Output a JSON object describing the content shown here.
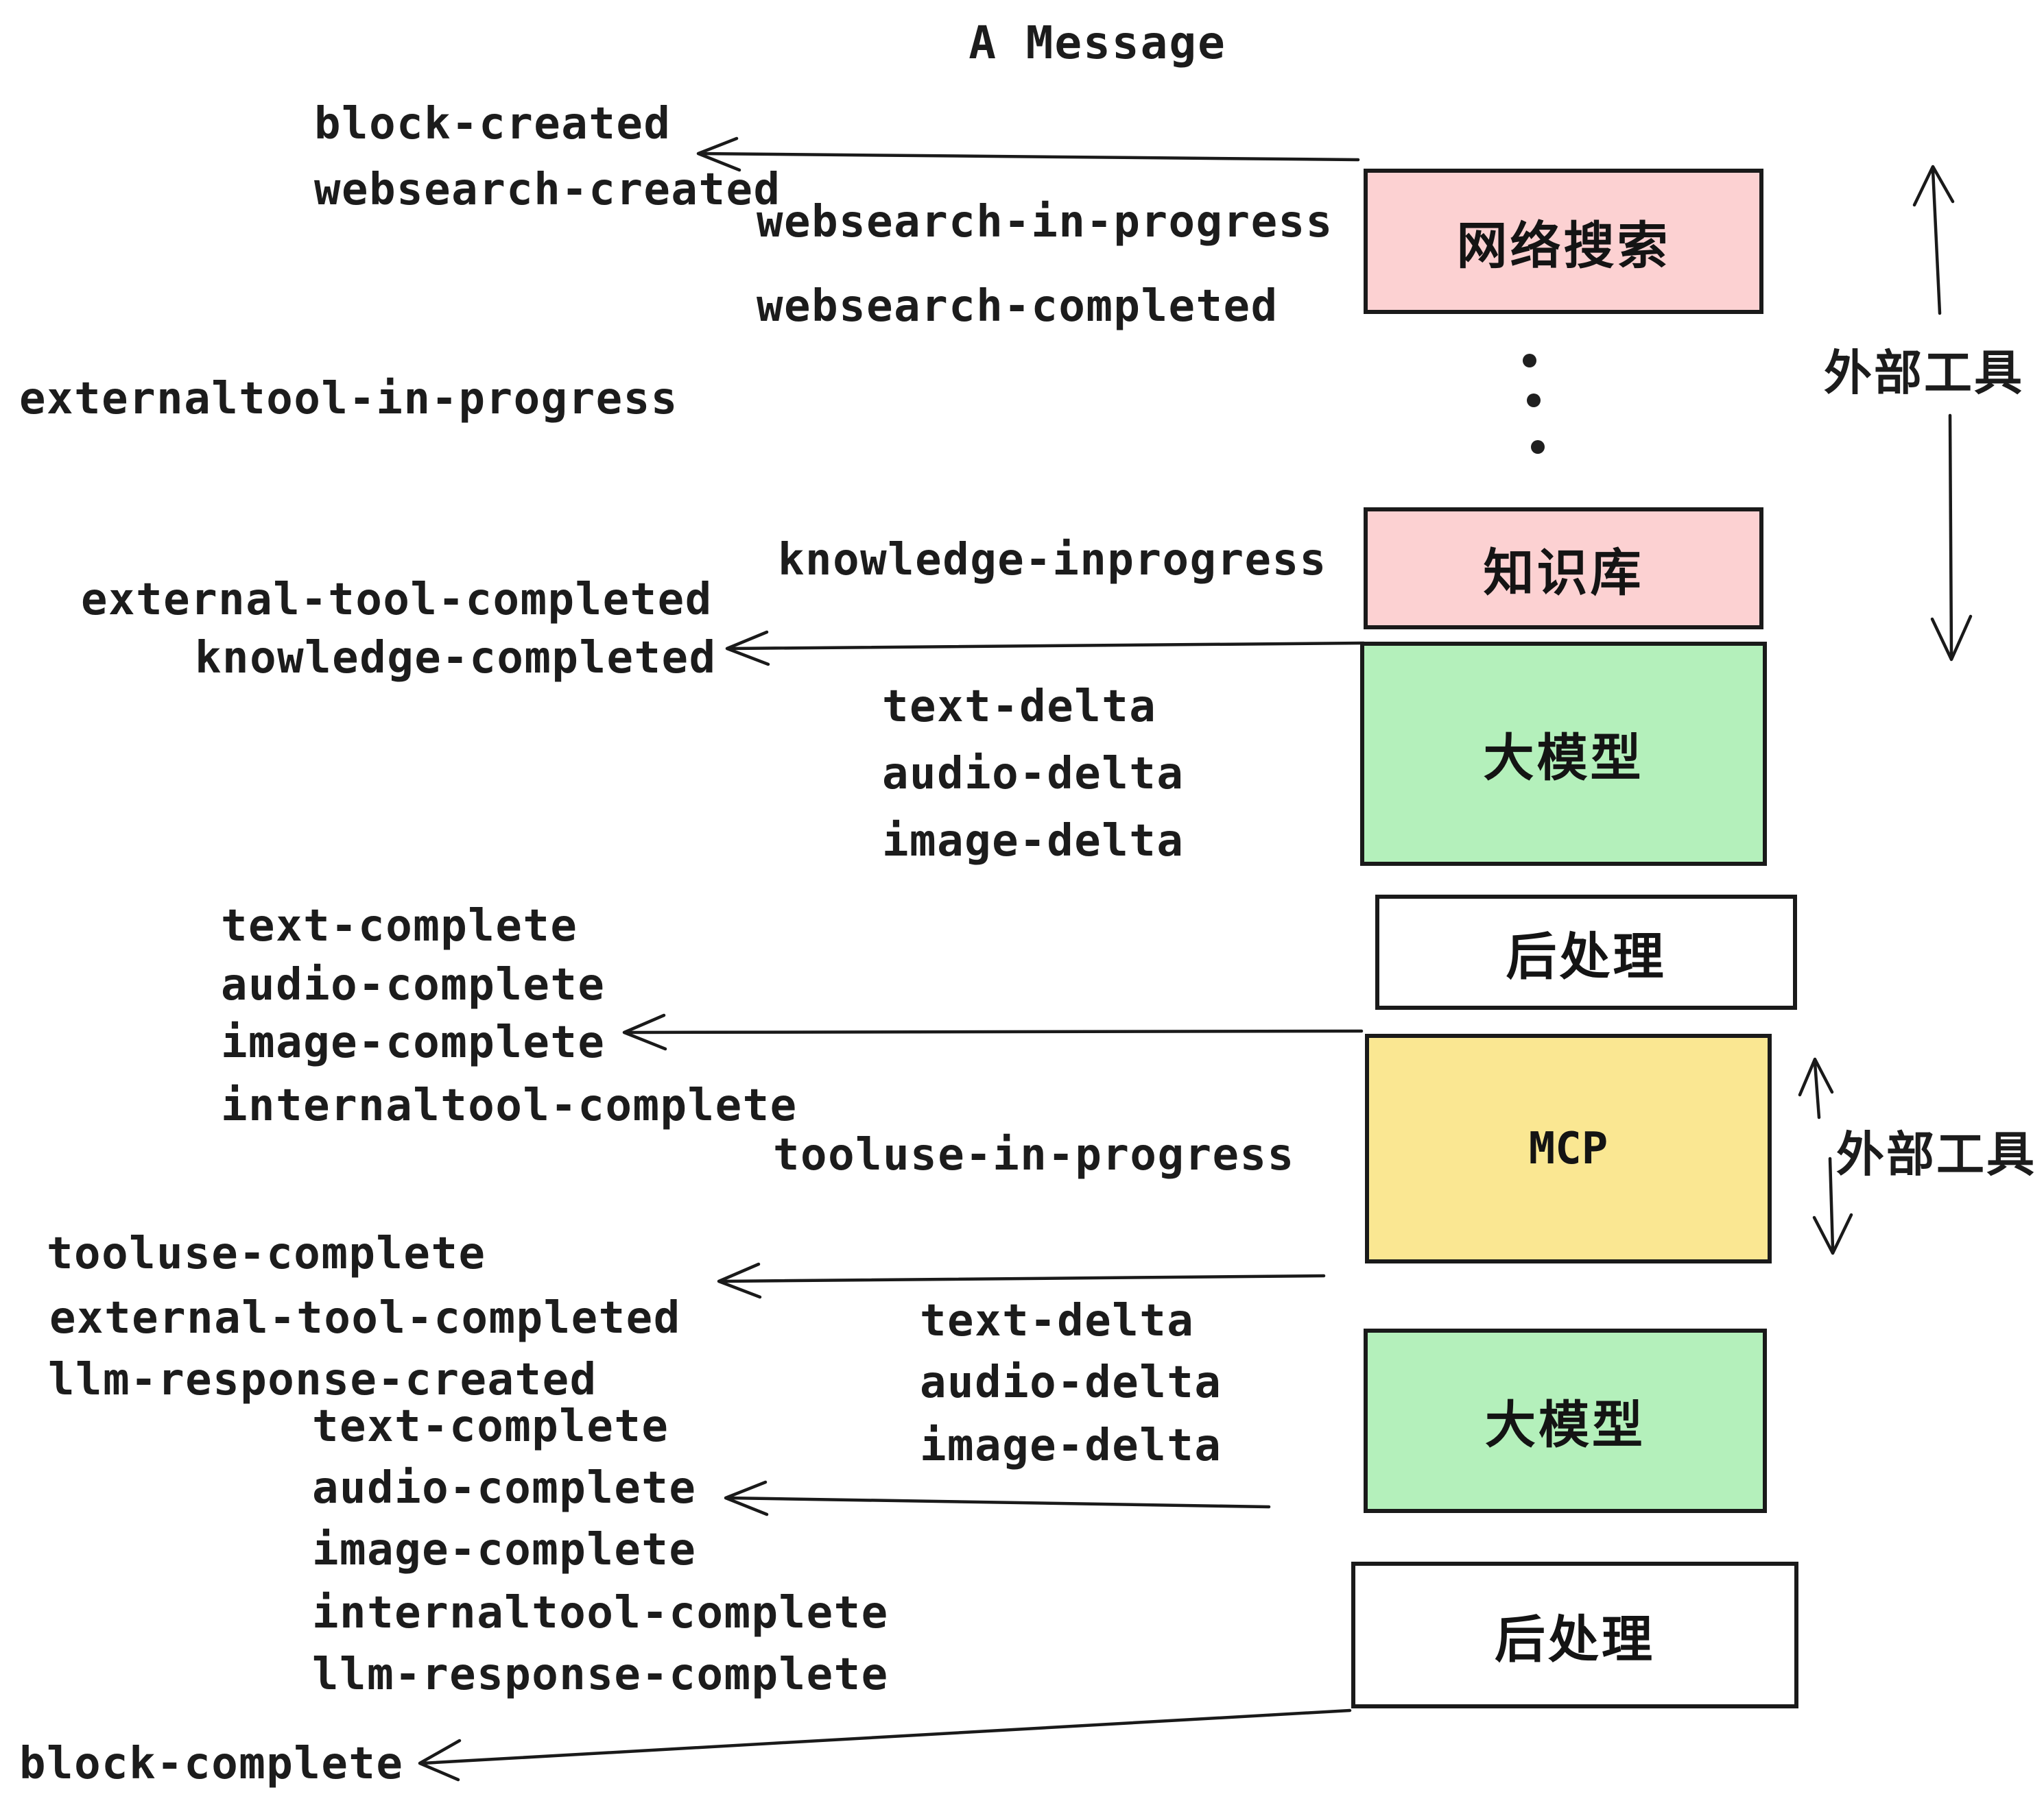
{
  "title": "A Message",
  "colors": {
    "pink": "#FCD1D2",
    "green": "#B4F0BB",
    "yellow": "#FAE792",
    "white": "#FFFFFF",
    "border": "#1A1A1A",
    "ink": "#1C1C1C"
  },
  "boxes": {
    "websearch": {
      "label": "网络搜索",
      "fill": "pink"
    },
    "knowledge": {
      "label": "知识库",
      "fill": "pink"
    },
    "llm_top": {
      "label": "大模型",
      "fill": "green"
    },
    "postprocess_top": {
      "label": "后处理",
      "fill": "white"
    },
    "mcp": {
      "label": "MCP",
      "fill": "yellow"
    },
    "llm_bottom": {
      "label": "大模型",
      "fill": "green"
    },
    "postprocess_bottom": {
      "label": "后处理",
      "fill": "white"
    }
  },
  "side_annotations": {
    "external_tools_top": "外部工具",
    "external_tools_mid": "外部工具"
  },
  "events": {
    "block_created": "block-created",
    "websearch_created": "websearch-created",
    "websearch_in_progress": "websearch-in-progress",
    "websearch_completed": "websearch-completed",
    "externaltool_in_progress": "externaltool-in-progress",
    "knowledge_inprogress": "knowledge-inprogress",
    "external_tool_completed_1": "external-tool-completed",
    "knowledge_completed": "knowledge-completed",
    "text_delta_1": "text-delta",
    "audio_delta_1": "audio-delta",
    "image_delta_1": "image-delta",
    "text_complete_1": "text-complete",
    "audio_complete_1": "audio-complete",
    "image_complete_1": "image-complete",
    "internaltool_complete_1": "internaltool-complete",
    "tooluse_in_progress": "tooluse-in-progress",
    "tooluse_complete": "tooluse-complete",
    "external_tool_completed_2": "external-tool-completed",
    "llm_response_created": "llm-response-created",
    "text_delta_2": "text-delta",
    "audio_delta_2": "audio-delta",
    "image_delta_2": "image-delta",
    "text_complete_2": "text-complete",
    "audio_complete_2": "audio-complete",
    "image_complete_2": "image-complete",
    "internaltool_complete_2": "internaltool-complete",
    "llm_response_complete": "llm-response-complete",
    "block_complete": "block-complete"
  }
}
